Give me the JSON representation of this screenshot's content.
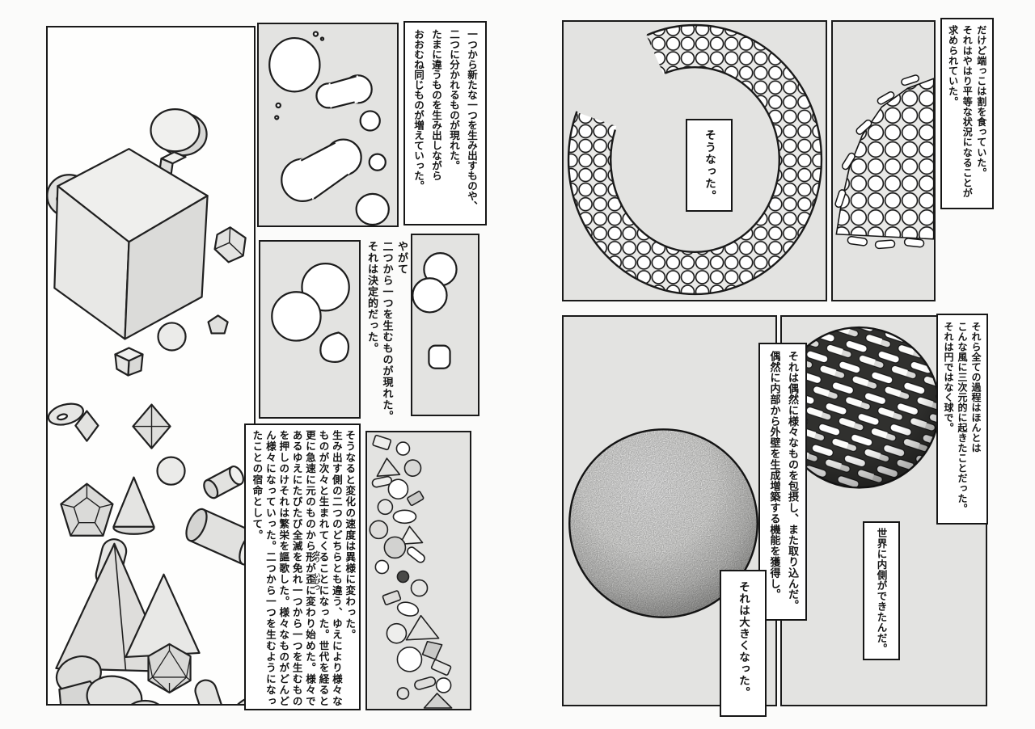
{
  "colors": {
    "paper": "#fbfbfa",
    "panel_bg": "#e3e3e1",
    "ink": "#1a1a1a",
    "shape_fill_light": "#ececea",
    "shape_fill_mid": "#dcdcda"
  },
  "left_page": {
    "narration_top_right": {
      "columns": [
        "一つから新たな一つを生み出すものや、",
        "二つに分かれるものが現れた。",
        "たまに違うものを生み出しながら",
        "おおむね同じものが増えていった。"
      ]
    },
    "narration_middle": {
      "columns": [
        "やがて",
        "二つから一つを生むものが現れた。",
        "それは決定的だった。"
      ]
    },
    "narration_bottom_left": {
      "columns": [
        "そうなると変化の速度は異様に変わった。",
        "生み出す側の二つのどちらとも違う、ゆえにより様々な",
        "ものが次々と生まれてくることになった。世代を経ると",
        "更に急速に元のものから形が歪に変わり始めた。様々で",
        "あるゆえにたびたび全滅を免れ一つから一つを生むもの",
        "を押しのけそれは繁栄を謳歌した。様々なものがどんど",
        "ん様々になっていった。二つから一つを生むようになっ",
        "たことの宿命として。"
      ],
      "furigana": {
        "kata": "なり",
        "ibitsu": "いびつ"
      }
    },
    "drawings": {
      "left_tall_panel": "floating-geometric-solids",
      "top_middle_panel": "dividing-cell-blobs",
      "middle_left_panel": "touching-cell-pair",
      "middle_right_panel": "merging-cell-pair",
      "bottom_right_panel": "cluster-of-small-solids"
    }
  },
  "right_page": {
    "speech_sou_natta": "そうなった。",
    "narration_top_right": {
      "columns": [
        "だけど端っこは割を食っていた。",
        "それはやはり平等な状況になることが",
        "求められていた。"
      ]
    },
    "narration_mid_right": {
      "columns": [
        "それら全ての過程はほんとは",
        "こんな風に三次元的に起きたことだった。",
        "それは円ではなく球で。"
      ]
    },
    "narration_center": {
      "columns": [
        "それは偶然に様々なものを包摂し、また取り込んだ。",
        "偶然に内部から外壁を生成増築する機能を獲得し。"
      ]
    },
    "speech_sekai": "世界に内側ができたんだ。",
    "speech_ookiku": "それは大きくなった。",
    "drawings": {
      "top_left_panel": "ring-of-cells",
      "top_right_panel": "pile-of-cells-with-rods",
      "bottom_left_panel": "large-shaded-sphere",
      "bottom_right_panel": "sphere-of-rod-cells"
    }
  }
}
